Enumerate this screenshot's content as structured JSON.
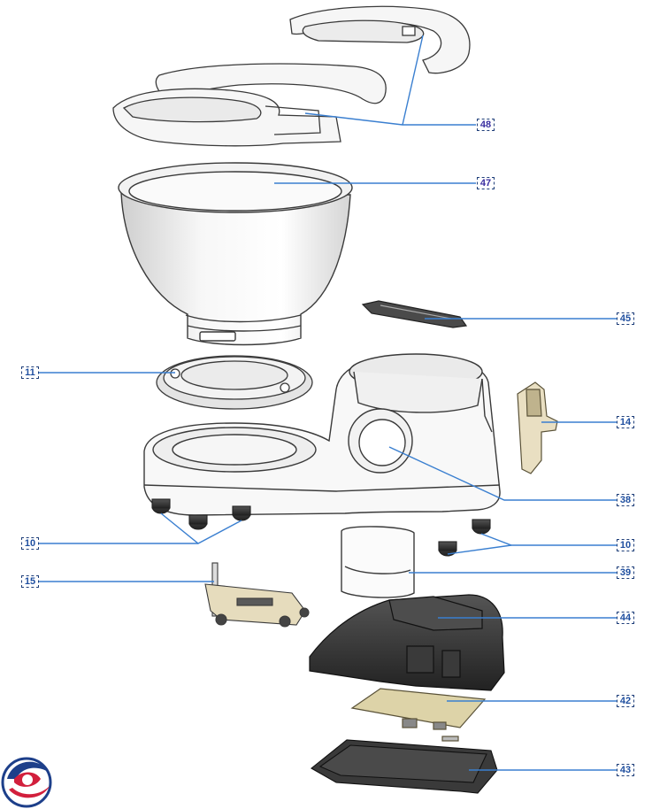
{
  "callouts": {
    "c48": "48",
    "c47": "47",
    "c45": "45",
    "c11": "11",
    "c14": "14",
    "c38": "38",
    "c10l": "10",
    "c10r": "10",
    "c39": "39",
    "c15": "15",
    "c44": "44",
    "c42": "42",
    "c43": "43"
  },
  "colors": {
    "leader": "#3a7fd0",
    "outline": "#3a3a3a",
    "dark_part": "#2f2f2f",
    "beige_part": "#e9dfc2",
    "board": "#ddd3a8",
    "logo_red": "#d21f3c",
    "logo_blue": "#1d3f8a"
  },
  "logo": {
    "icon": "brand-swirl-icon"
  }
}
